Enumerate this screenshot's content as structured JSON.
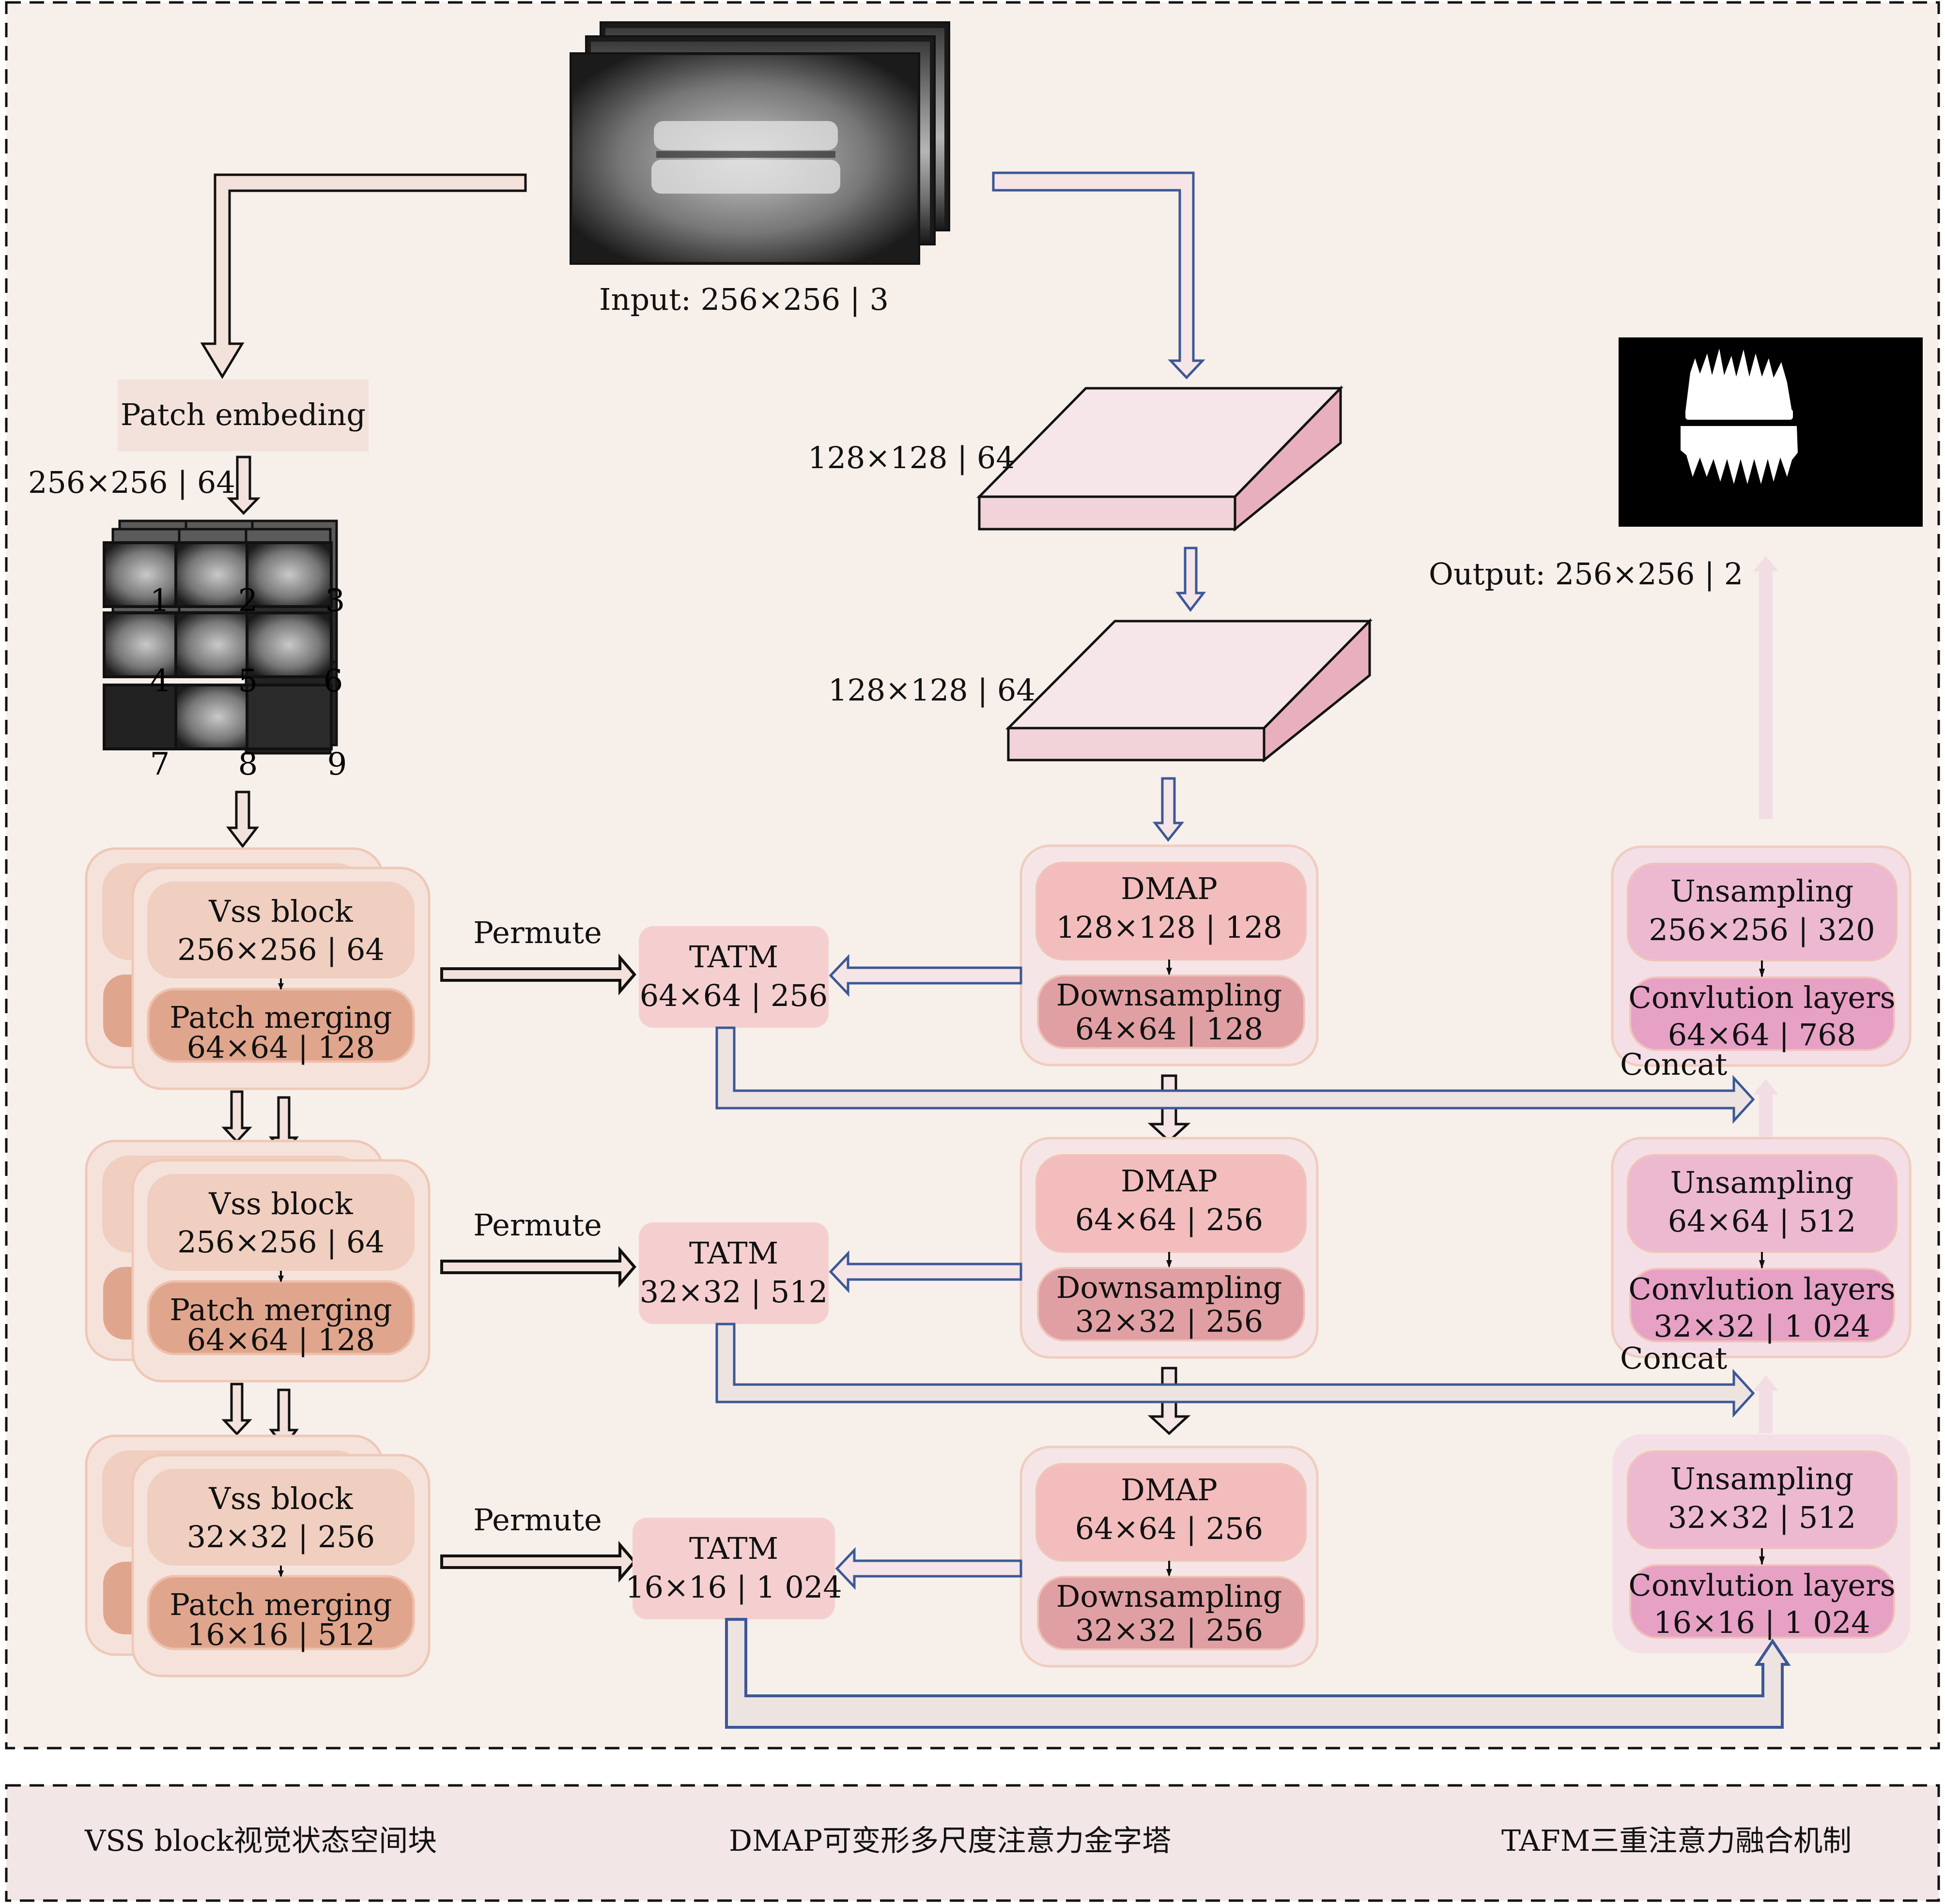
{
  "diagram": {
    "input": {
      "label": "Input: 256×256 | 3",
      "stack_count": 3
    },
    "output": {
      "label": "Output: 256×256 | 2"
    },
    "patch_embedding": {
      "label": "Patch embeding",
      "out_label": "256×256 | 64"
    },
    "patch_grid": {
      "numbers": [
        "1",
        "2",
        "3",
        "4",
        "5",
        "6",
        "7",
        "8",
        "9"
      ]
    },
    "slabs": [
      {
        "label": "128×128 | 64"
      },
      {
        "label": "128×128 | 64"
      }
    ],
    "encoder": [
      {
        "vss_title": "Vss block",
        "vss_dim": "256×256 | 64",
        "merge_title": "Patch merging",
        "merge_dim": "64×64 | 128",
        "permute": "Permute"
      },
      {
        "vss_title": "Vss block",
        "vss_dim": "256×256 | 64",
        "merge_title": "Patch merging",
        "merge_dim": "64×64 | 128",
        "permute": "Permute"
      },
      {
        "vss_title": "Vss  block",
        "vss_dim": "32×32 | 256",
        "merge_title": "Patch merging",
        "merge_dim": "16×16 | 512",
        "permute": "Permute"
      }
    ],
    "tatm": [
      {
        "title": "TATM",
        "dim": "64×64 | 256"
      },
      {
        "title": "TATM",
        "dim": "32×32 | 512"
      },
      {
        "title": "TATM",
        "dim": "16×16 | 1 024"
      }
    ],
    "dmap": [
      {
        "title": "DMAP",
        "dim": "128×128 | 128",
        "down_title": "Downsampling",
        "down_dim": "64×64 | 128"
      },
      {
        "title": "DMAP",
        "dim": "64×64 | 256",
        "down_title": "Downsampling",
        "down_dim": "32×32 | 256"
      },
      {
        "title": "DMAP",
        "dim": "64×64 | 256",
        "down_title": "Downsampling",
        "down_dim": "32×32 | 256"
      }
    ],
    "decoder": [
      {
        "up_title": "Unsampling",
        "up_dim": "256×256 | 320",
        "conv_title": "Convlution layers",
        "conv_dim": "64×64 | 768"
      },
      {
        "up_title": "Unsampling",
        "up_dim": "64×64 | 512",
        "conv_title": "Convlution layers",
        "conv_dim": "32×32 | 1 024"
      },
      {
        "up_title": "Unsampling",
        "up_dim": "32×32 | 512",
        "conv_title": "Convlution layers",
        "conv_dim": "16×16 | 1 024"
      }
    ],
    "concat_labels": [
      "Concat",
      "Concat"
    ]
  },
  "legend": {
    "items": [
      "VSS block视觉状态空间块",
      "DMAP可变形多尺度注意力金字塔",
      "TAFM三重注意力融合机制"
    ]
  },
  "colors": {
    "background": "#f7efea",
    "legend_bg": "#f3e6e6",
    "encoder_outer": "#f5e3db",
    "encoder_vss": "#f0cfc0",
    "encoder_merge": "#e0a68d",
    "tatm": "#f5cfd0",
    "dmap_outer": "#f5e5e6",
    "dmap_inner": "#f3bdbd",
    "dmap_down": "#e0a0a3",
    "decoder_outer": "#f4dfe7",
    "decoder_up": "#ecb9d1",
    "decoder_conv": "#e6a1c5",
    "blue_arrow": "#3b5896"
  }
}
